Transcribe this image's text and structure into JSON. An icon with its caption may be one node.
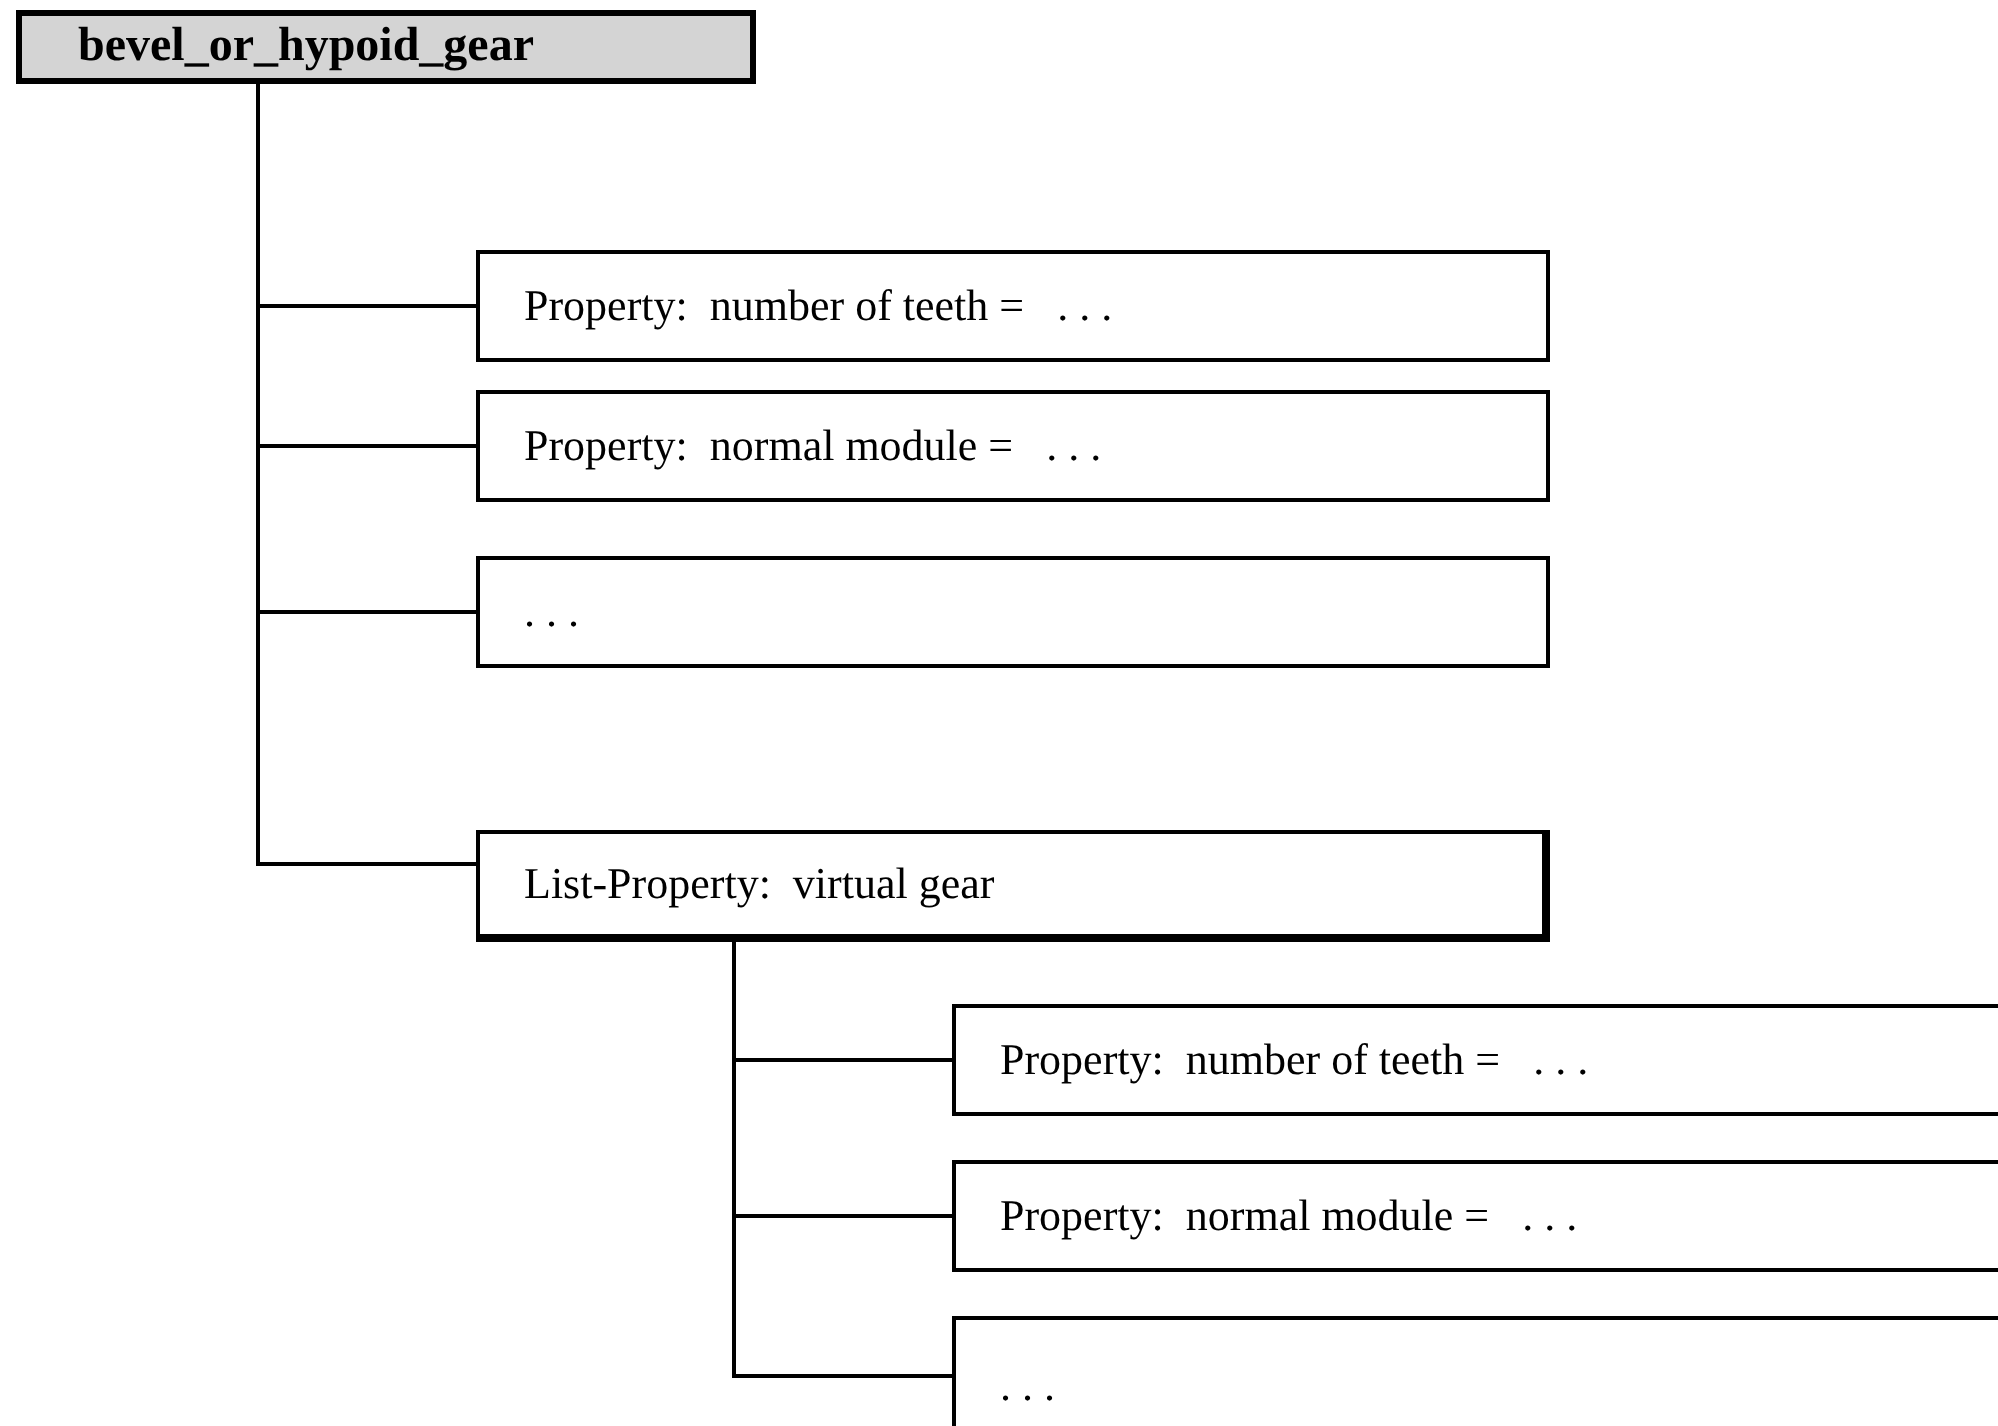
{
  "diagram": {
    "nodes": [
      {
        "text": [
          "bevel_or_hypoid_gear"
        ]
      },
      {
        "text": [
          "Property:  number of teeth =   . . ."
        ]
      },
      {
        "text": [
          "Property:  normal module =   . . ."
        ]
      },
      {
        "text": [
          ". . ."
        ]
      },
      {
        "text": [
          "List-Property:  virtual gear"
        ]
      },
      {
        "text": [
          "Property:  number of teeth =   . . ."
        ]
      },
      {
        "text": [
          "Property:  normal module =   . . ."
        ]
      },
      {
        "text": [
          ". . ."
        ]
      }
    ],
    "edges": [
      {
        "from": 0,
        "to": 1,
        "arrow": "none"
      },
      {
        "from": 0,
        "to": 2,
        "arrow": "none"
      },
      {
        "from": 0,
        "to": 3,
        "arrow": "none"
      },
      {
        "from": 0,
        "to": 4,
        "arrow": "none"
      },
      {
        "from": 4,
        "to": 5,
        "arrow": "none"
      },
      {
        "from": 4,
        "to": 6,
        "arrow": "none"
      },
      {
        "from": 4,
        "to": 7,
        "arrow": "none"
      }
    ]
  }
}
